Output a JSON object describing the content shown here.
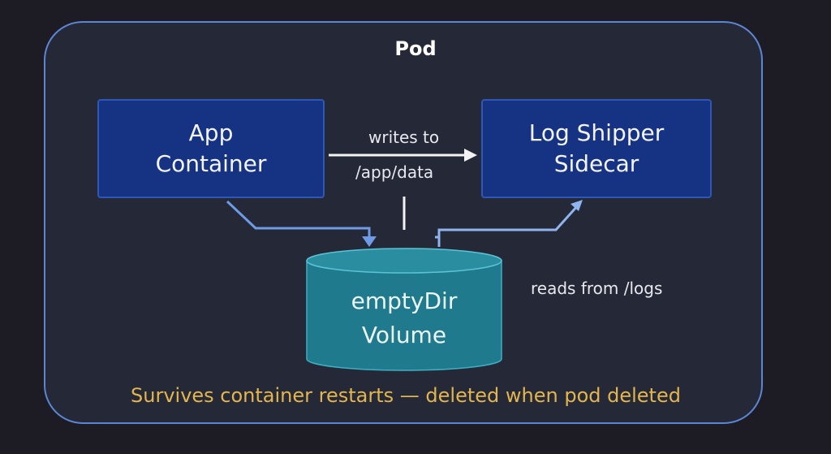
{
  "diagram": {
    "title": "Pod",
    "nodes": {
      "app_container": {
        "line1": "App",
        "line2": "Container"
      },
      "log_shipper": {
        "line1": "Log Shipper",
        "line2": "Sidecar"
      },
      "volume": {
        "line1": "emptyDir",
        "line2": "Volume"
      }
    },
    "edges": {
      "writes": {
        "label_top": "writes to",
        "label_bottom": "/app/data"
      },
      "reads": {
        "label": "reads from /logs"
      }
    },
    "footnote": "Survives container restarts — deleted when pod deleted",
    "colors": {
      "background": "#1d1b24",
      "pod_fill": "#252837",
      "pod_border": "#5b86d4",
      "container_fill": "#163282",
      "container_border": "#2f57b5",
      "volume_fill": "#1e7a8c",
      "volume_top": "#2a8ea0",
      "connector": "#6f9be6",
      "footnote": "#e3b54e"
    }
  }
}
